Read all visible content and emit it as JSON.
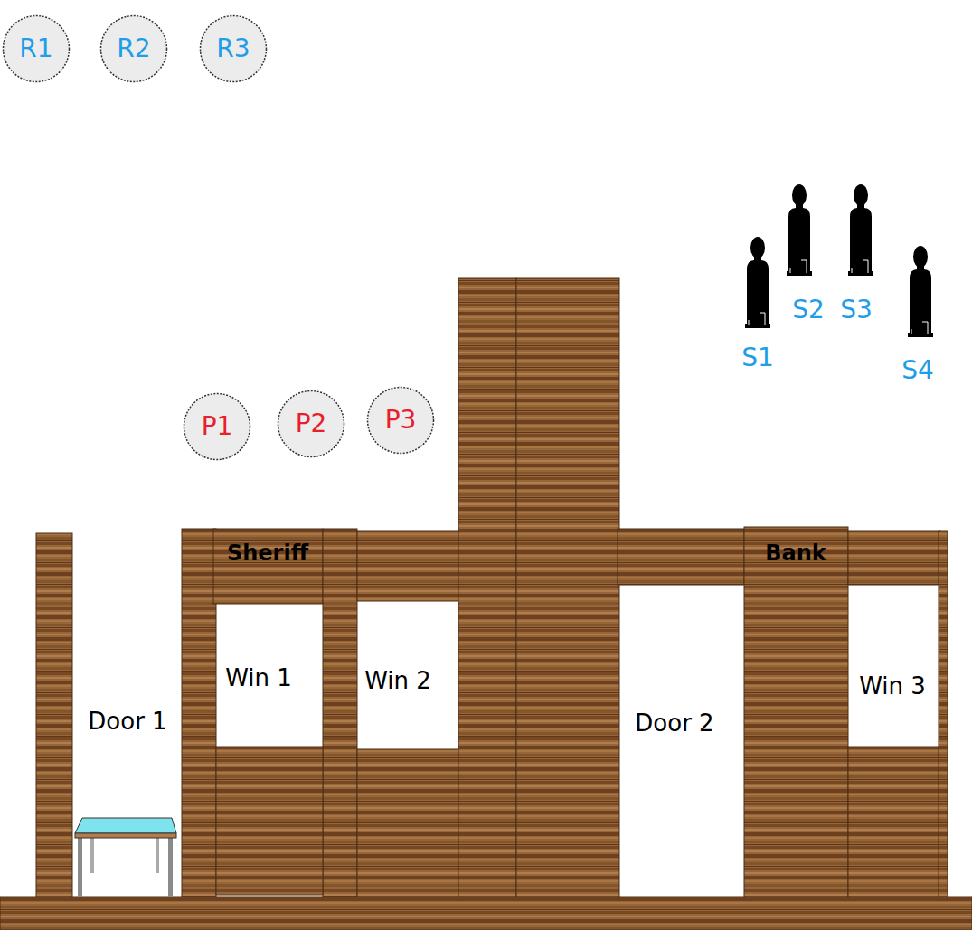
{
  "diagram": {
    "nodes": [
      {
        "text": [
          "R1"
        ]
      },
      {
        "text": [
          "R2"
        ]
      },
      {
        "text": [
          "R3"
        ]
      },
      {
        "text": [
          "P1"
        ]
      },
      {
        "text": [
          "P2"
        ]
      },
      {
        "text": [
          "P3"
        ]
      }
    ],
    "labels": [
      "S1",
      "S2",
      "S3",
      "S4",
      "Sheriff",
      "Bank",
      "Door 1",
      "Win 1",
      "Win 2",
      "Door 2",
      "Win 3"
    ]
  }
}
